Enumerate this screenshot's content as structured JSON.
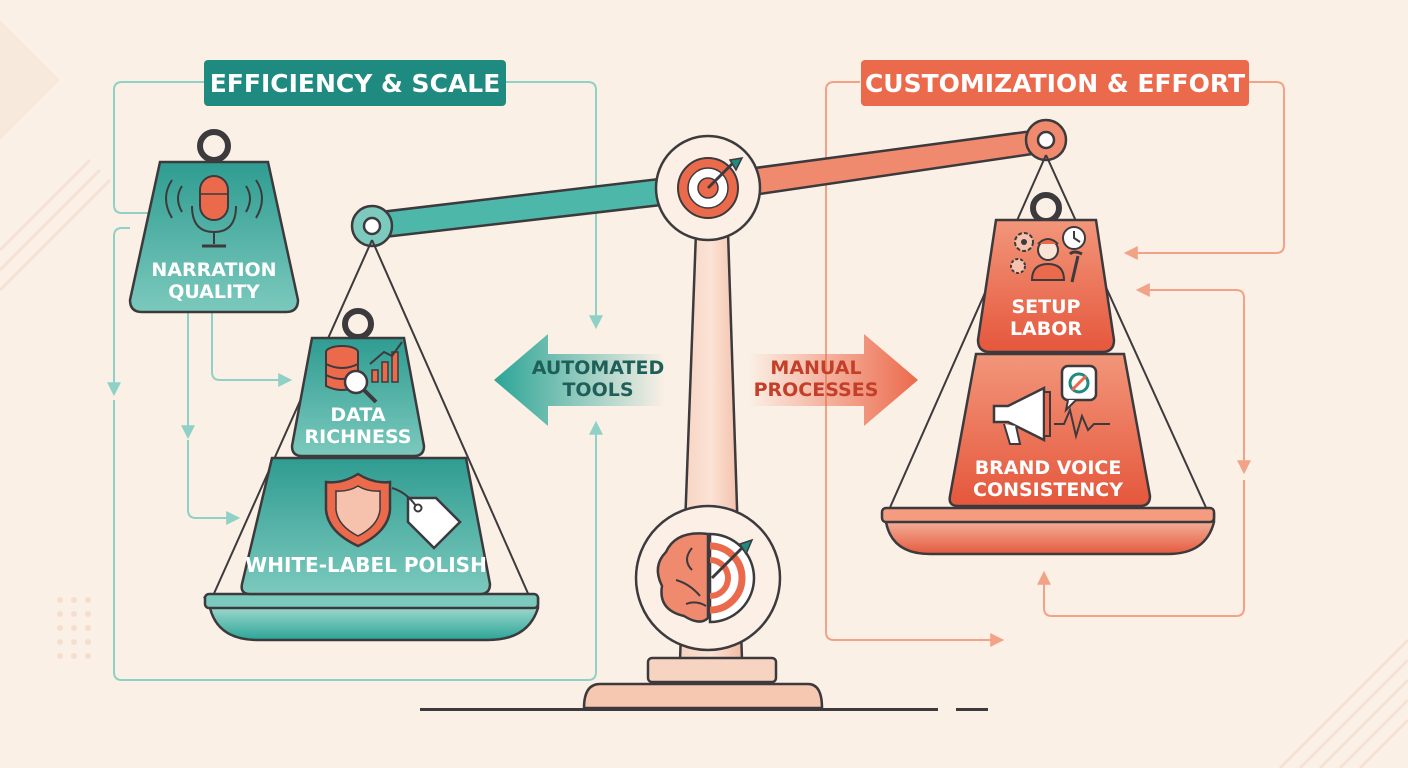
{
  "colors": {
    "background": "#fbf0e6",
    "teal": "#2aa596",
    "teal_dark": "#1c7a72",
    "teal_light": "#8fd1c6",
    "orange": "#ec6a4c",
    "orange_dark": "#c94c35",
    "orange_light": "#f6b59e",
    "outline": "#3c3a3d"
  },
  "left_group": {
    "header": "EFFICIENCY & SCALE",
    "weights": [
      {
        "label_line1": "NARRATION",
        "label_line2": "QUALITY",
        "icon": "microphone-icon"
      },
      {
        "label_line1": "DATA",
        "label_line2": "RICHNESS",
        "icon": "database-search-icon"
      },
      {
        "label_line1": "WHITE-LABEL POLISH",
        "label_line2": "",
        "icon": "shield-tag-icon"
      }
    ],
    "arrow_label_line1": "AUTOMATED",
    "arrow_label_line2": "TOOLS"
  },
  "right_group": {
    "header": "CUSTOMIZATION & EFFORT",
    "weights": [
      {
        "label_line1": "SETUP",
        "label_line2": "LABOR",
        "icon": "worker-gears-icon"
      },
      {
        "label_line1": "BRAND VOICE",
        "label_line2": "CONSISTENCY",
        "icon": "megaphone-icon"
      }
    ],
    "arrow_label_line1": "MANUAL",
    "arrow_label_line2": "PROCESSES"
  },
  "center": {
    "pivot_icon": "target-icon",
    "base_icon": "brain-target-icon"
  }
}
